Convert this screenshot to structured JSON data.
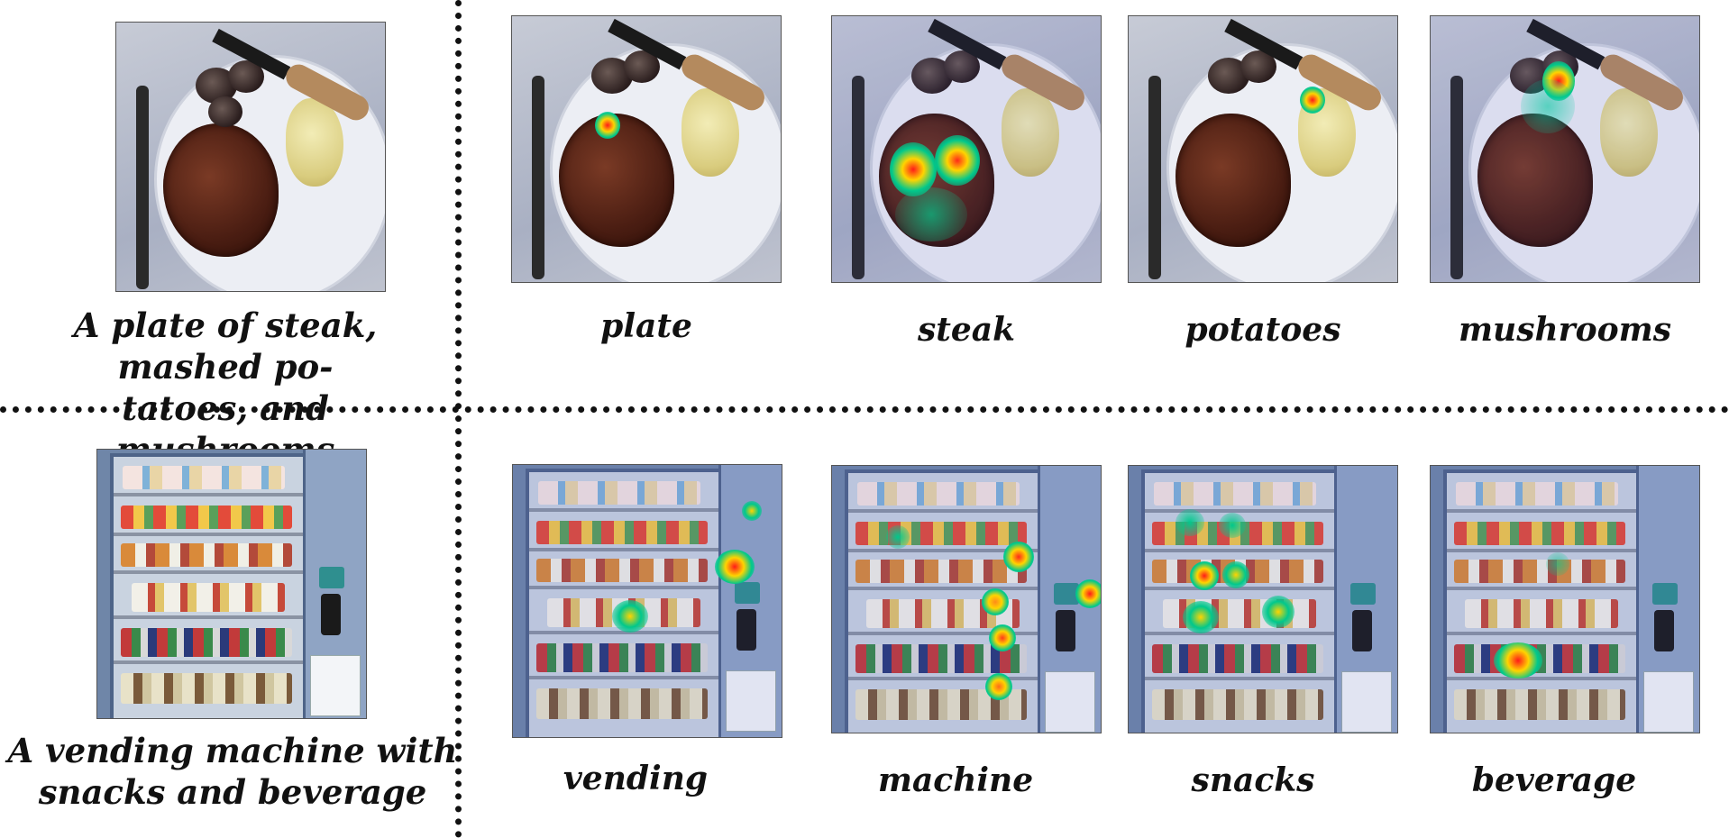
{
  "rows": [
    {
      "caption_lines": [
        "A plate of steak, mashed po-",
        "tatoes, and mushrooms"
      ],
      "scene": "steak-plate",
      "words": [
        "plate",
        "steak",
        "potatoes",
        "mushrooms"
      ]
    },
    {
      "caption_lines": [
        "A vending machine with",
        "snacks and beverage"
      ],
      "scene": "vending-machine",
      "words": [
        "vending",
        "machine",
        "snacks",
        "beverage"
      ]
    }
  ]
}
